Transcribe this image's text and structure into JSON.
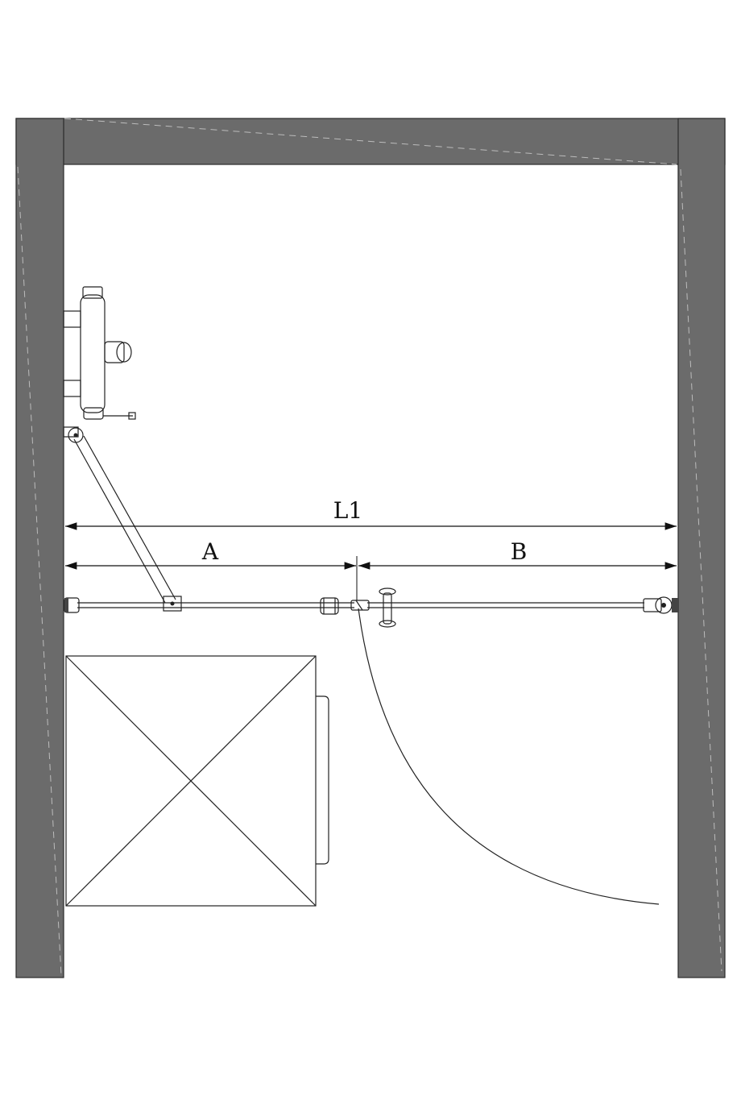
{
  "colors": {
    "wall_fill": "#6b6b6b",
    "wall_outline": "#2b2b2b",
    "line": "#222222",
    "background": "#ffffff",
    "hidden_line": "#bcbcbc"
  },
  "dimensions": {
    "overall_label": "L1",
    "left_segment_label": "A",
    "right_segment_label": "B"
  },
  "fixtures": [
    "shower-mixer-icon",
    "stabilizer-bar-icon",
    "wall-bracket-icon",
    "roller-guide-icon",
    "door-handle-icon",
    "hinge-bracket-icon",
    "shower-tray-icon"
  ]
}
